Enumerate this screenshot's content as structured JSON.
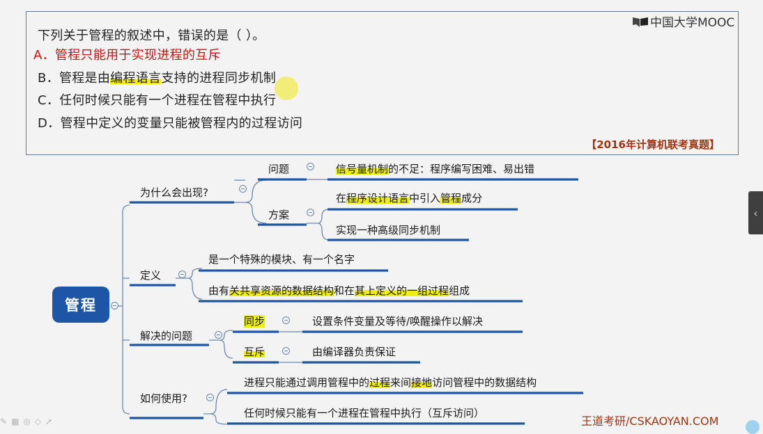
{
  "question": {
    "stem": "下列关于管程的叙述中，错误的是（    ）。",
    "options": [
      {
        "label": "A．",
        "text": "管程只能用于实现进程的互斥",
        "correct_answer": true
      },
      {
        "label": "B．",
        "pre": "管程是由",
        "highlight": "编程语言",
        "post": "支持的进程同步机制"
      },
      {
        "label": "C．",
        "text": "任何时候只能有一个进程在管程中执行"
      },
      {
        "label": "D．",
        "text": "管程中定义的变量只能被管程内的过程访问"
      }
    ],
    "source": "【2016年计算机联考真题】",
    "answer_color": "#d01010"
  },
  "logo": {
    "text": "中国大学MOOC"
  },
  "mindmap": {
    "root": "管程",
    "branches": [
      {
        "label": "为什么会出现?",
        "children": [
          {
            "label": "问题",
            "items": [
              {
                "hl": "信号量机制",
                "rest": "的不足：程序编写困难、易出错"
              }
            ]
          },
          {
            "label": "方案",
            "items": [
              {
                "pre": "在",
                "hl": "程序设计语言",
                "mid": "中引入",
                "hl2": "管程",
                "rest": "成分"
              },
              {
                "text": "实现一种高级同步机制"
              }
            ]
          }
        ]
      },
      {
        "label": "定义",
        "items": [
          {
            "text": "是一个特殊的模块、有一个名字"
          },
          {
            "pre": "由有",
            "hl": "关共享资源的数据结构",
            "mid": "和在",
            "hl2": "其上定义的一组过程",
            "rest": "组成"
          }
        ]
      },
      {
        "label": "解决的问题",
        "children": [
          {
            "label": "同步",
            "items": [
              {
                "text": "设置条件变量及等待/唤醒操作以解决"
              }
            ]
          },
          {
            "label": "互斥",
            "items": [
              {
                "text": "由编译器负责保证"
              }
            ]
          }
        ]
      },
      {
        "label": "如何使用?",
        "items": [
          {
            "pre": "进程只能通过调用管程中的",
            "hl": "过程",
            "mid": "来间",
            "hl2": "接地",
            "rest": "访问管程中的数据结构"
          },
          {
            "text": "任何时候只能有一个进程在管程中执行（互斥访问）"
          }
        ]
      }
    ],
    "line_color": "#1d56a4",
    "highlight_color": "#f0ee10"
  },
  "footer": {
    "brand": "王道考研/CSKAOYAN.COM"
  },
  "side_tab": {
    "icon": "‹"
  },
  "toolbar": {
    "icons": [
      "✎",
      "▦",
      "◎",
      "◇",
      "➚"
    ]
  }
}
